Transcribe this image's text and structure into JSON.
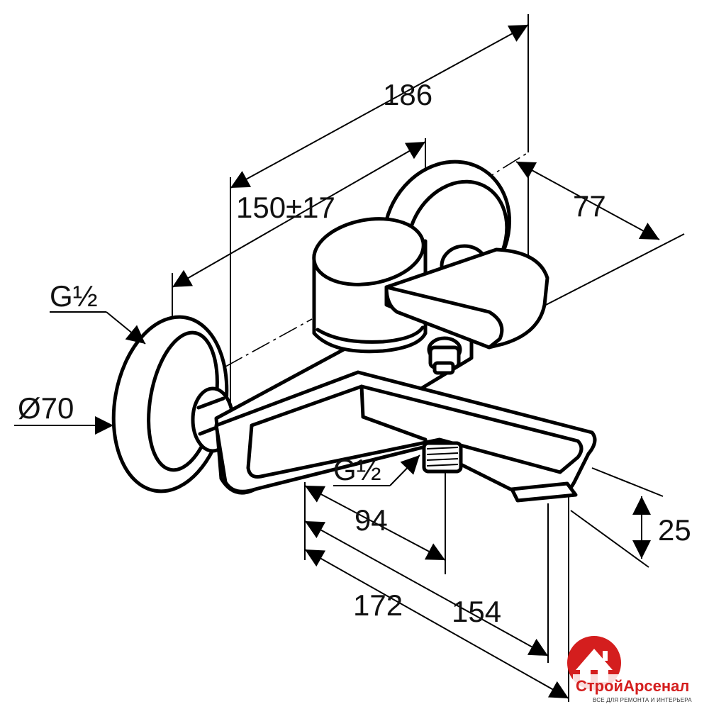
{
  "dimensions": {
    "overall_length": "186",
    "wall_distance": "150±17",
    "projection": "77",
    "inlet_thread": "G½",
    "flange_diameter": "Ø70",
    "outlet_thread": "G½",
    "outlet_offset": "94",
    "spout_reach_lower": "172",
    "spout_reach_upper": "154",
    "spout_height": "25"
  },
  "logo": {
    "name": "СтройАрсенал",
    "tagline": "ВСЕ ДЛЯ РЕМОНТА И ИНТЕРЬЕРА",
    "accent_color": "#d41e1e"
  }
}
